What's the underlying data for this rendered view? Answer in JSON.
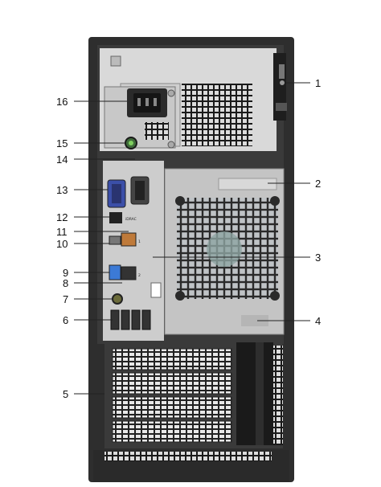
{
  "callouts": [
    {
      "id": "1",
      "label": "1"
    },
    {
      "id": "2",
      "label": "2"
    },
    {
      "id": "3",
      "label": "3"
    },
    {
      "id": "4",
      "label": "4"
    },
    {
      "id": "5",
      "label": "5"
    },
    {
      "id": "6",
      "label": "6"
    },
    {
      "id": "7",
      "label": "7"
    },
    {
      "id": "8",
      "label": "8"
    },
    {
      "id": "9",
      "label": "9"
    },
    {
      "id": "10",
      "label": "10"
    },
    {
      "id": "11",
      "label": "11"
    },
    {
      "id": "12",
      "label": "12"
    },
    {
      "id": "13",
      "label": "13"
    },
    {
      "id": "14",
      "label": "14"
    },
    {
      "id": "15",
      "label": "15"
    },
    {
      "id": "16",
      "label": "16"
    }
  ],
  "port_labels": {
    "idrac": "iDRAC",
    "nic1": "1",
    "nic2": "2"
  }
}
